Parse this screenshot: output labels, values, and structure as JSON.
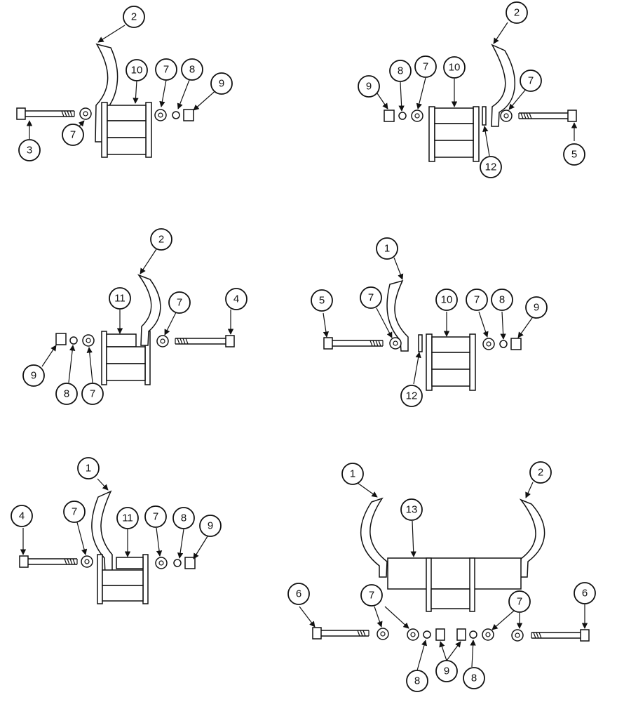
{
  "callouts": {
    "a1": "2",
    "a2": "10",
    "a3": "7",
    "a4": "8",
    "a5": "9",
    "a6": "3",
    "a7": "7",
    "b1": "2",
    "b2": "9",
    "b3": "8",
    "b4": "7",
    "b5": "10",
    "b6": "7",
    "b7": "5",
    "b8": "12",
    "c1": "2",
    "c2": "11",
    "c3": "7",
    "c4": "4",
    "c5": "9",
    "c6": "8",
    "c7": "7",
    "d1": "1",
    "d2": "5",
    "d3": "7",
    "d4": "10",
    "d5": "7",
    "d6": "8",
    "d7": "9",
    "d8": "12",
    "e1": "1",
    "e2": "4",
    "e3": "7",
    "e4": "11",
    "e5": "7",
    "e6": "8",
    "e7": "9",
    "f1": "1",
    "f2": "2",
    "f3": "13",
    "f4": "6",
    "f5": "7",
    "f6": "7",
    "f7": "6",
    "f8": "8",
    "f9": "9",
    "f10": "8"
  }
}
